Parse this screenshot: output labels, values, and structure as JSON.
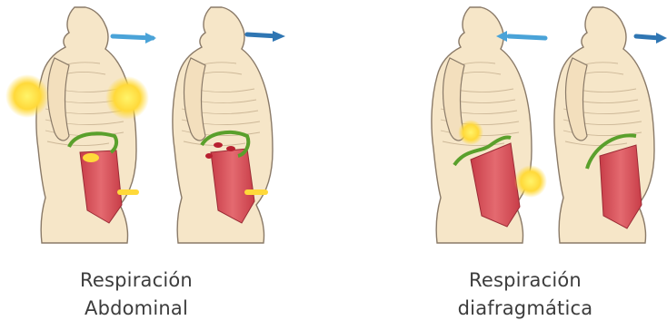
{
  "captions": {
    "abdominal": {
      "line1": "Respiración",
      "line2": "Abdominal"
    },
    "diafragmatica": {
      "line1": "Respiración",
      "line2": "diafragmática"
    }
  },
  "colors": {
    "skin": "#f6e6c8",
    "outline": "#8a7a68",
    "muscle": "#d9505a",
    "diaphragm": "#5aa02c",
    "highlight": "#ffd93a",
    "air": "#4aa3d8",
    "air_dark": "#2f76b3"
  }
}
